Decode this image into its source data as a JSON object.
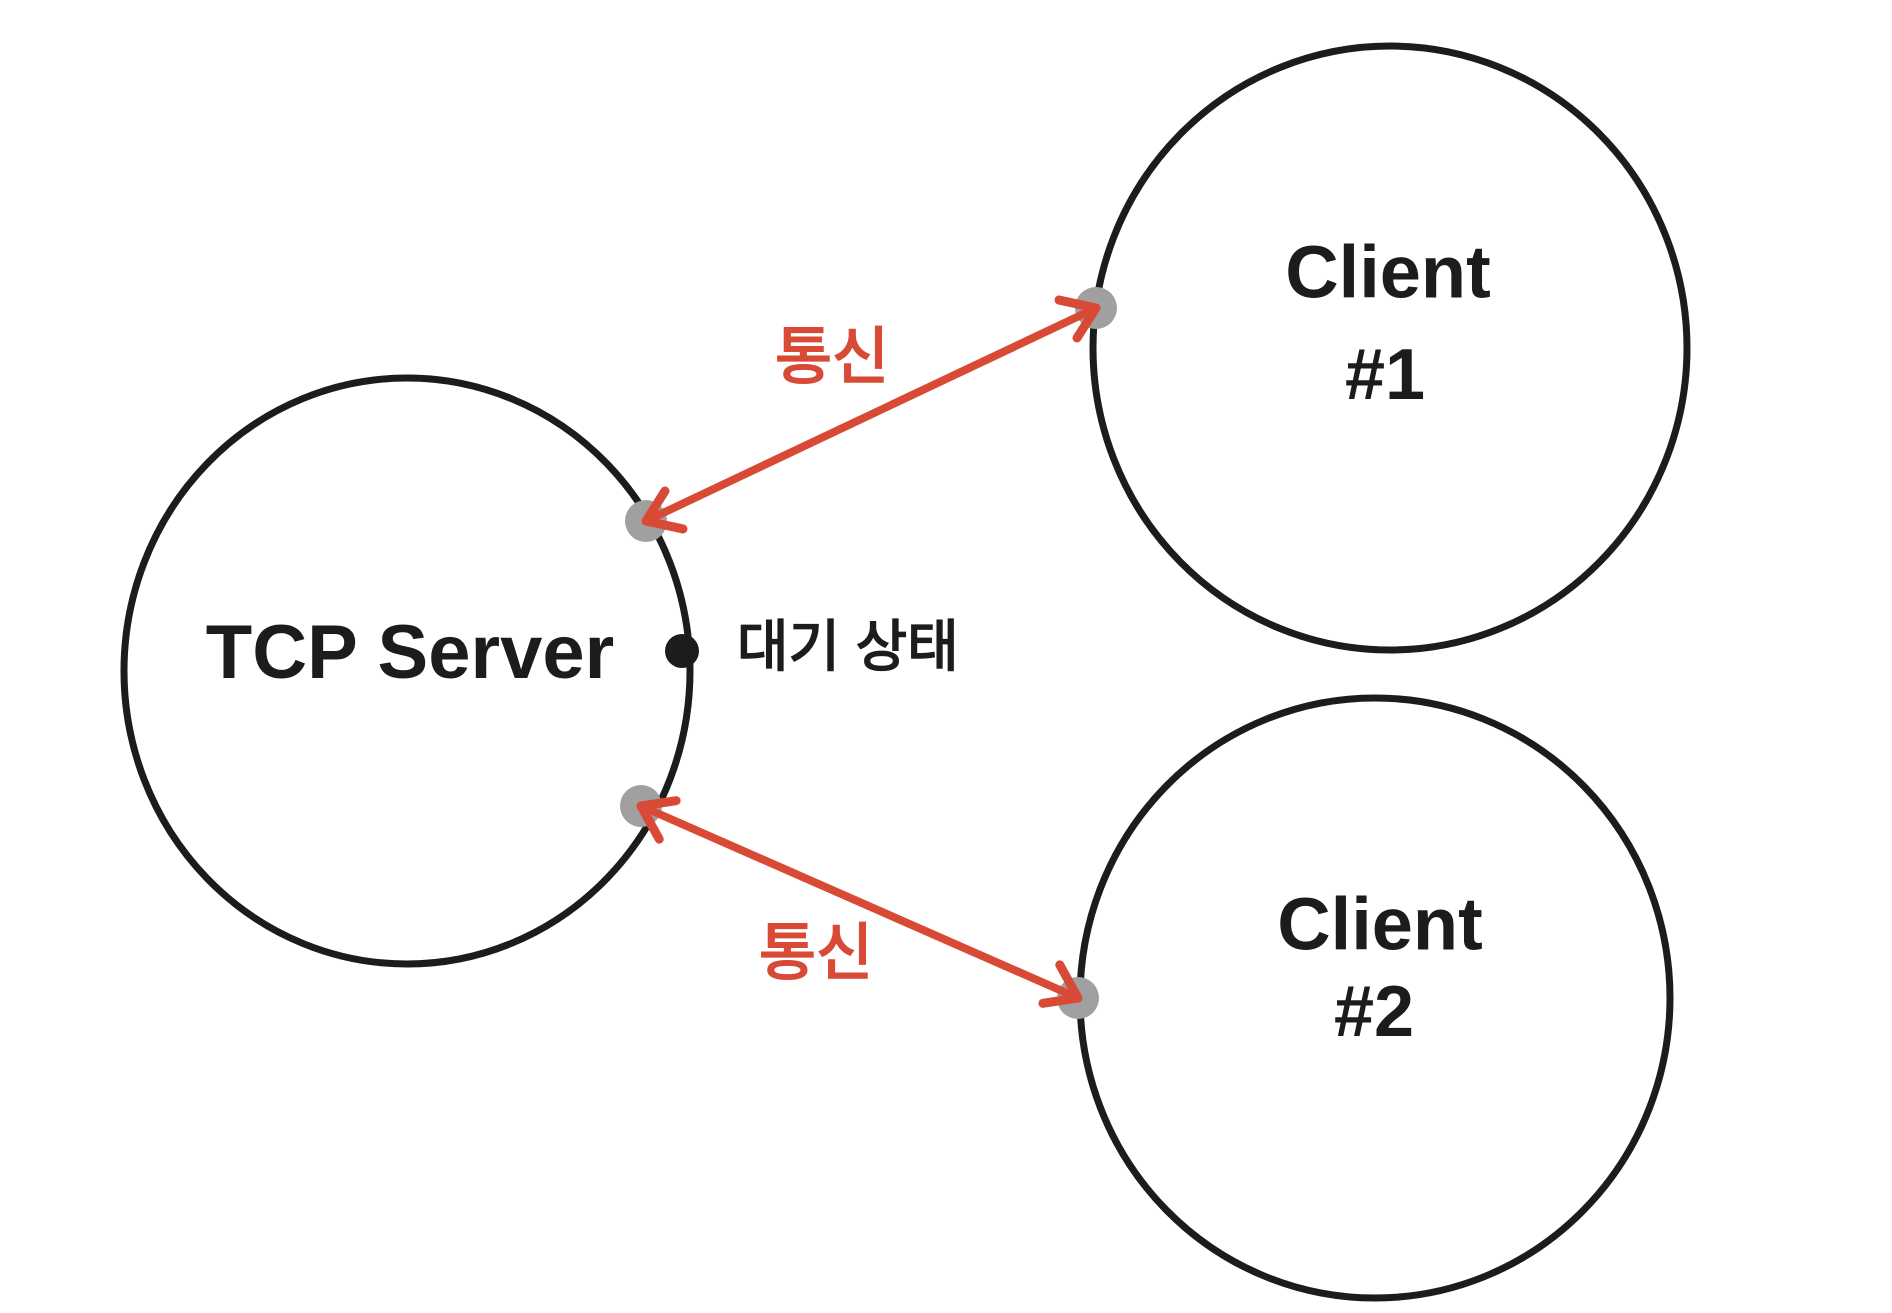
{
  "colors": {
    "background": "#ffffff",
    "ink": "#1c1c1c",
    "arrow_red": "#d84a35",
    "port_gray": "#a0a0a0"
  },
  "server": {
    "label": "TCP Server"
  },
  "state_marker": {
    "label": "대기 상태"
  },
  "clients": [
    {
      "name": "Client",
      "number": "#1"
    },
    {
      "name": "Client",
      "number": "#2"
    }
  ],
  "links": [
    {
      "label": "통신"
    },
    {
      "label": "통신"
    }
  ]
}
